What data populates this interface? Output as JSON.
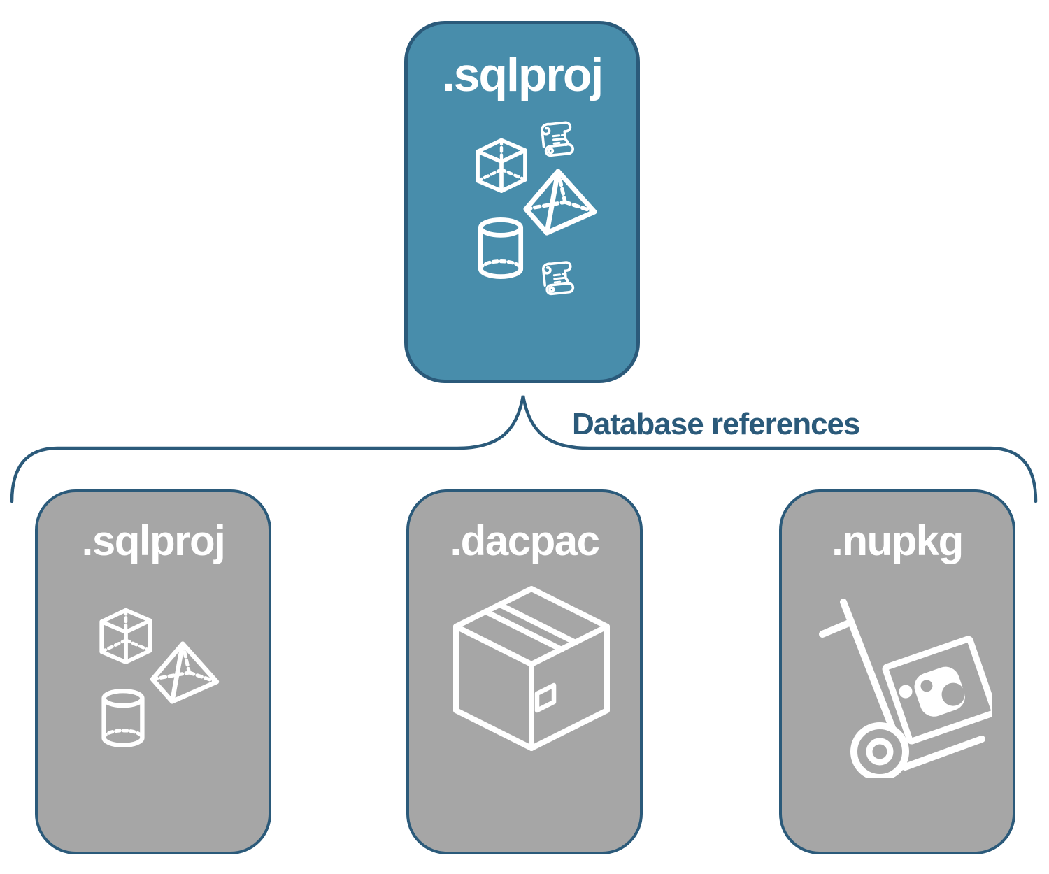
{
  "colors": {
    "background": "#FFFFFF",
    "accent_fill": "#488DAB",
    "gray_fill": "#A6A6A6",
    "ink": "#2B5A7A",
    "icon_stroke": "#FFFFFF"
  },
  "diagram": {
    "root": {
      "label": ".sqlproj",
      "icons": [
        "scroll-icon",
        "cube-icon",
        "pyramid-icon",
        "cylinder-icon",
        "scroll-icon"
      ]
    },
    "connector": {
      "label": "Database references"
    },
    "children": [
      {
        "label": ".sqlproj",
        "icons": [
          "cube-icon",
          "pyramid-icon",
          "cylinder-icon"
        ]
      },
      {
        "label": ".dacpac",
        "icons": [
          "package-box-icon"
        ]
      },
      {
        "label": ".nupkg",
        "icons": [
          "hand-truck-icon",
          "nuget-package-icon"
        ]
      }
    ]
  }
}
